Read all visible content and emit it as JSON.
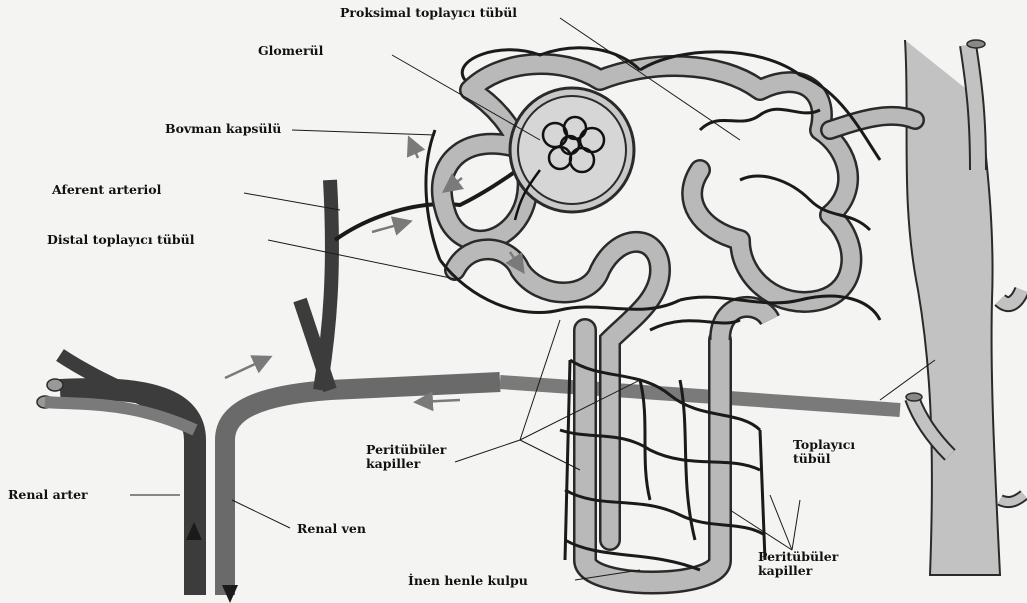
{
  "labels": {
    "proksimal": "Proksimal toplayıcı tübül",
    "glomerul": "Glomerül",
    "bovman": "Bovman kapsülü",
    "aferent": "Aferent arteriol",
    "distal": "Distal toplayıcı tübül",
    "peritubuler_1_line1": "Peritübüler",
    "peritubuler_1_line2": "kapiller",
    "toplayici_line1": "Toplayıcı",
    "toplayici_line2": "tübül",
    "renal_arter": "Renal arter",
    "renal_ven": "Renal ven",
    "peritubuler_2_line1": "Peritübüler",
    "peritubuler_2_line2": "kapiller",
    "inen_henle": "İnen henle kulpu"
  },
  "colors": {
    "tubule_fill": "#b9b9b9",
    "tubule_outline": "#2a2a2a",
    "vessel_dark": "#3c3c3c",
    "vessel_light": "#8a8a8a",
    "capillary": "#1a1a1a",
    "arrow": "#7a7a7a",
    "background": "#f4f4f2"
  }
}
